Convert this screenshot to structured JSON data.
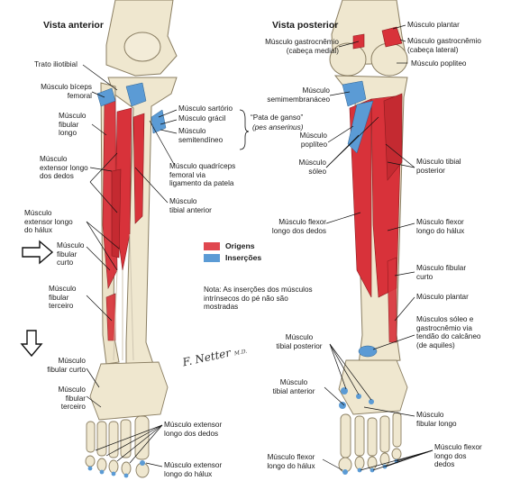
{
  "titles": {
    "anterior": "Vista anterior",
    "posterior": "Vista posterior"
  },
  "colors": {
    "origins": "#e0474f",
    "insertions": "#5b9bd5",
    "bone": "#efe7cf",
    "bone_line": "#8a7e62",
    "muscle": "#d8323a"
  },
  "icons": [
    "outline-arrow-right-icon",
    "outline-arrow-down-icon"
  ],
  "legend": {
    "origins": "Origens",
    "insertions": "Inserções"
  },
  "note": "Nota: As inserções dos músculos\nintrínsecos do pé não são\nmostradas",
  "signature": {
    "name": "F. Netter",
    "suffix": "M.D."
  },
  "anterior_labels": {
    "iliotibial": "Trato iliotibial",
    "biceps": "Músculo bíceps\nfemoral",
    "fibular_longo": "Músculo\nfibular\nlongo",
    "ext_longo_dedos": "Músculo\nextensor longo\ndos dedos",
    "ext_longo_halux": "Músculo\nextensor longo\ndo hálux",
    "fibular_curto": "Músculo\nfibular\ncurto",
    "fibular_terceiro": "Músculo\nfibular\nterceiro",
    "sartorio": "Músculo sartório",
    "gracil": "Músculo grácil",
    "semitendineo": "Músculo\nsemitendíneo",
    "pata_ganso_1": "“Pata de ganso”",
    "pata_ganso_2": "(pes anserinus)",
    "quadriceps": "Músculo quadríceps\nfemoral via\nligamento da patela",
    "tibial_anterior": "Músculo\ntibial anterior",
    "foot_fibular_curto": "Músculo\nfibular curto",
    "foot_fibular_terceiro": "Músculo\nfibular\nterceiro",
    "foot_ext_dedos": "Músculo extensor\nlongo dos dedos",
    "foot_ext_halux": "Músculo extensor\nlongo do hálux"
  },
  "posterior_labels": {
    "gastro_medial": "Músculo gastrocnêmio\n(cabeça medial)",
    "plantar": "Músculo plantar",
    "gastro_lateral": "Músculo gastrocnêmio\n(cabeça lateral)",
    "popliteo_top": "Músculo popliteo",
    "semimembranaceo": "Músculo\nsemimembranáceo",
    "popliteo": "Músculo\npoplíteo",
    "soleo": "Músculo\nsóleo",
    "tibial_posterior": "Músculo tibial\nposterior",
    "flexor_dedos": "Músculo flexor\nlongo dos dedos",
    "flexor_halux": "Músculo flexor\nlongo do hálux",
    "fibular_curto": "Músculo fibular\ncurto",
    "plantar_low": "Músculo plantar",
    "soleo_gastro": "Músculos sóleo e\ngastrocnêmio via\ntendão do calcâneo\n(de aquiles)",
    "foot_tibial_posterior": "Músculo\ntibial posterior",
    "foot_tibial_anterior": "Músculo\ntibial anterior",
    "foot_fibular_longo": "Músculo\nfibular longo",
    "foot_flexor_halux": "Músculo flexor\nlongo do hálux",
    "foot_flexor_dedos": "Músculo flexor\nlongo dos\ndedos"
  }
}
